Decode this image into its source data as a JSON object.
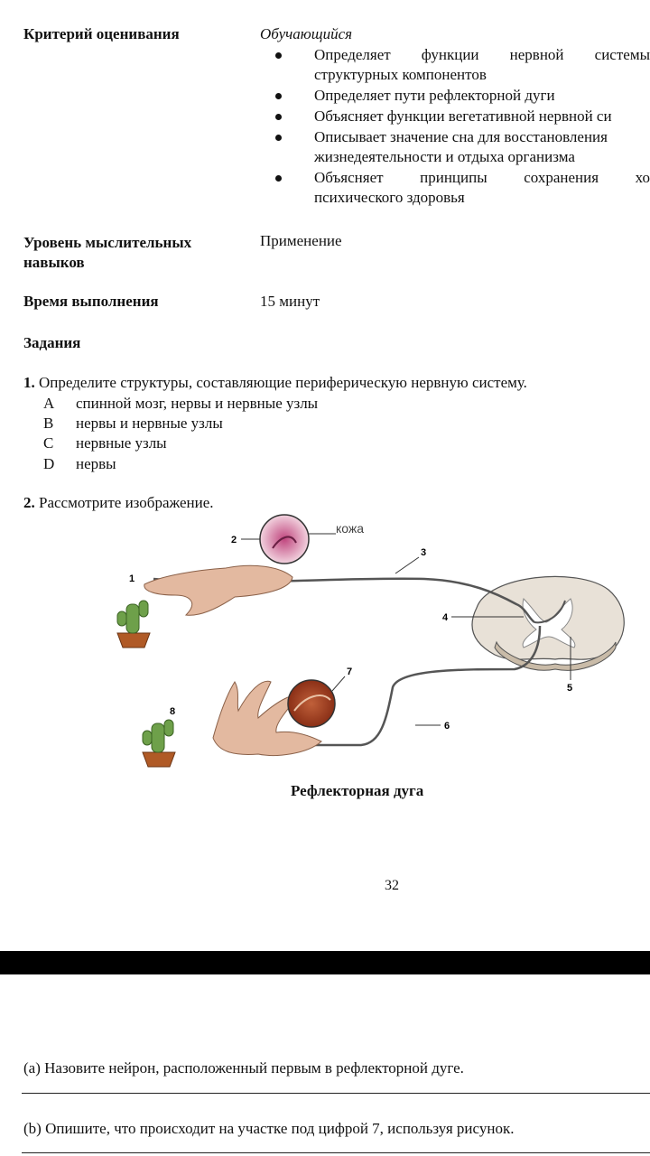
{
  "criteria": {
    "label": "Критерий оценивания",
    "learner": "Обучающийся",
    "bullets": [
      {
        "line1": "Определяет функции нервной системы",
        "line2": "структурных компонентов"
      },
      {
        "line1": "Определяет пути рефлекторной дуги"
      },
      {
        "line1": "Объясняет функции вегетативной нервной си"
      },
      {
        "line1": "Описывает значение сна для восстановления",
        "line2": "жизнедеятельности и отдыха организма"
      },
      {
        "line1": "Объясняет принципы сохранения хо",
        "line2": "психического здоровья"
      }
    ]
  },
  "level": {
    "label_line1": "Уровень мыслительных",
    "label_line2": "навыков",
    "value": "Применение"
  },
  "time": {
    "label": "Время выполнения",
    "value": "15 минут"
  },
  "tasks_heading": "Задания",
  "question1": {
    "number": "1.",
    "text": "Определите структуры, составляющие периферическую нервную систему.",
    "options": [
      {
        "letter": "A",
        "text": "спинной мозг, нервы и нервные узлы"
      },
      {
        "letter": "B",
        "text": "нервы и нервные узлы"
      },
      {
        "letter": "C",
        "text": "нервные узлы"
      },
      {
        "letter": "D",
        "text": "нервы"
      }
    ]
  },
  "question2": {
    "number": "2.",
    "text": "Рассмотрите изображение.",
    "figure": {
      "skin_label": "кожа",
      "markers": [
        "1",
        "2",
        "3",
        "4",
        "5",
        "6",
        "7",
        "8"
      ],
      "caption": "Рефлекторная дуга"
    }
  },
  "page_number": "32",
  "sub_a": "(a) Назовите нейрон, расположенный первым в рефлекторной дуге.",
  "sub_b": "(b) Опишите, что происходит на участке под цифрой 7, используя рисунок."
}
